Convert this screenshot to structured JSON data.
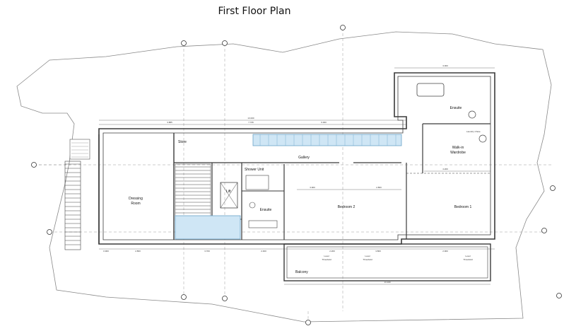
{
  "title": "First Floor Plan",
  "rooms": {
    "dressing_room_line1": "Dressing",
    "dressing_room_line2": "Room",
    "store": "Store",
    "gallery": "Gallery",
    "shower": "Shower Unit",
    "lift": "Lift",
    "ensuite_small": "Ensuite",
    "bedroom2": "Bedroom 2",
    "bedroom1": "Bedroom 1",
    "ensuite_top": "Ensuite",
    "laundry": "Laundry Chute",
    "walkin_line1": "Walk-in",
    "walkin_line2": "Wardrobe",
    "balcony": "Balcony",
    "level_threshold_line1": "Level",
    "level_threshold_line2": "Threshold"
  },
  "dims": {
    "overall_top": "13.000",
    "top_left": "3.885",
    "top_mid": "7.735",
    "top_right": "6.000",
    "right_box": "3.000",
    "bottom_a": "0.900",
    "bottom_b": "2.800",
    "bottom_c": "3.700",
    "bottom_d": "2.400",
    "bottom_e": "2.200",
    "bottom_f": "3.800",
    "bottom_g": "2.900",
    "balcony_overall": "13.100",
    "bed2_w1": "3.900",
    "bed2_w2": "2.800",
    "bed1_w": "4.200"
  },
  "colors": {
    "line": "#3a3a3a",
    "glass": "#cfe6f5",
    "glass_edge": "#6aa3c8",
    "outline": "#777777"
  }
}
